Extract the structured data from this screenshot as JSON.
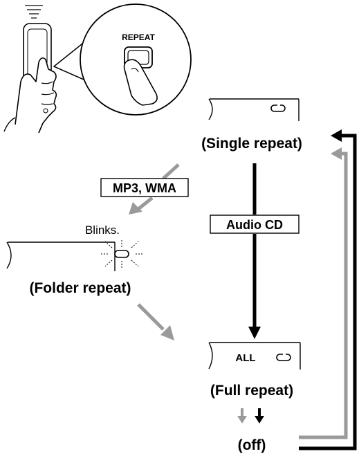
{
  "remote": {
    "button_label": "REPEAT"
  },
  "states": {
    "single": {
      "display_text": "",
      "caption": "(Single repeat)"
    },
    "folder": {
      "caption": "(Folder repeat)",
      "note": "Blinks."
    },
    "full": {
      "display_text": "ALL",
      "caption": "(Full repeat)"
    },
    "off": {
      "caption": "(off)"
    }
  },
  "branches": {
    "mp3": {
      "label": "MP3, WMA"
    },
    "audio_cd": {
      "label": "Audio CD"
    }
  },
  "colors": {
    "black_path": "#000000",
    "gray_path": "#9a9a9a"
  },
  "icons": {
    "repeat": "repeat-loop-icon"
  }
}
